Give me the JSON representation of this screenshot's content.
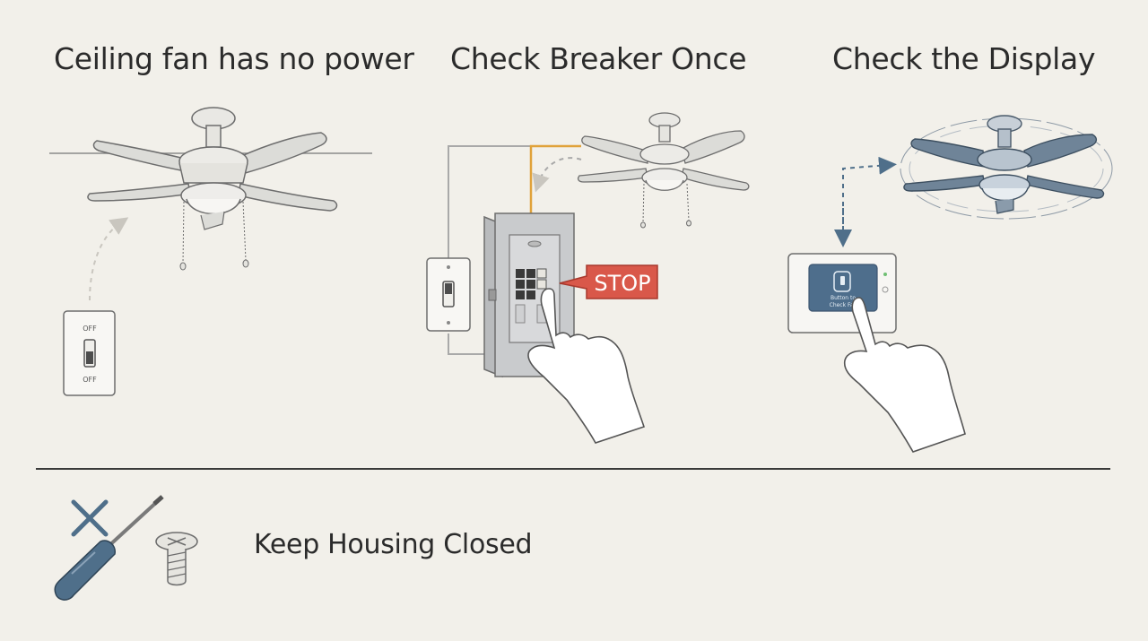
{
  "panels": [
    {
      "title": "Ceiling fan has no power",
      "switch_top_label": "OFF",
      "switch_bottom_label": "OFF"
    },
    {
      "title": "Check Breaker Once",
      "stop_label": "STOP"
    },
    {
      "title": "Check the Display",
      "display_text_line1": "Button to",
      "display_text_line2": "Check Fan"
    }
  ],
  "bottom": {
    "label": "Keep Housing Closed"
  },
  "colors": {
    "background": "#f2f0ea",
    "stop_red": "#d9584a",
    "accent_blue": "#4f6f8a",
    "wire_orange": "#e0a23a"
  }
}
